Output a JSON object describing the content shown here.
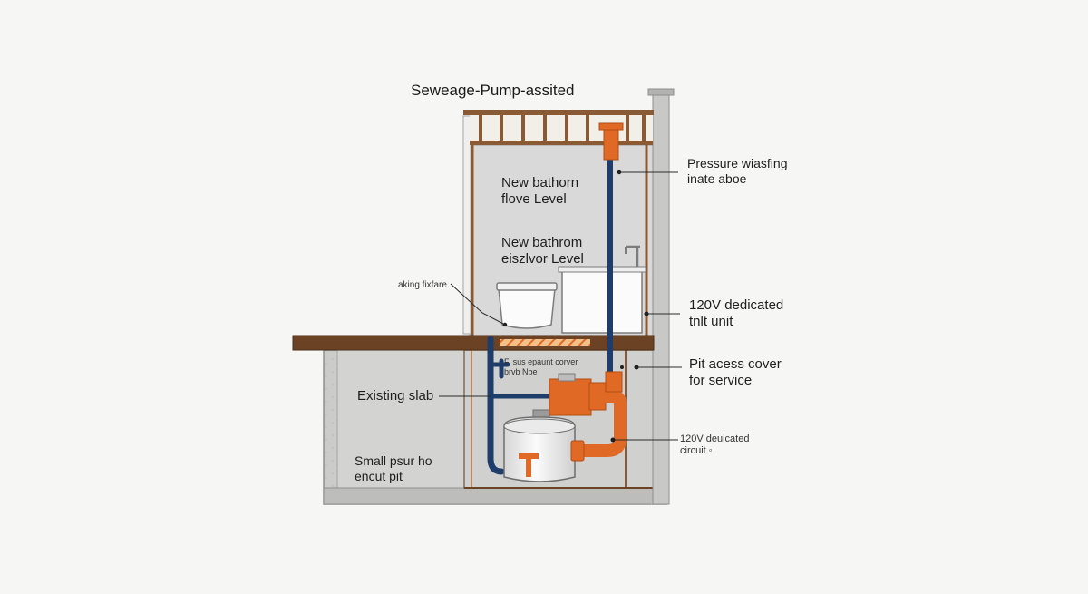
{
  "title": "Seweage-Pump-assited",
  "labels": {
    "upper_floor": [
      "New bathorn",
      "flove Level"
    ],
    "lower_floor": [
      "New bathrom",
      "eiszlvor Level"
    ],
    "sink_fixture": "aking fixfare",
    "pressure": [
      "Pressure wiasfing",
      "inate aboe"
    ],
    "dedicated_unit": [
      "120V dedicated",
      "tnlt unit"
    ],
    "pit_access": [
      "Pit acess cover",
      "for service"
    ],
    "dedicated_circuit": [
      "120V deuicated",
      "circuit ◦"
    ],
    "existing_slab": "Existing slab",
    "vent_cover": [
      "F’ sus epaunt corver",
      "brvb Nbe"
    ],
    "small_pit": [
      "Small psur ho",
      "encut pit"
    ]
  },
  "colors": {
    "pipe_blue": "#1f3d6b",
    "pipe_orange": "#e06a25",
    "wood": "#8a5a35",
    "concrete": "#c9c9c7",
    "slab_top": "#6b4324",
    "wall_fill": "#d8d8d8"
  }
}
